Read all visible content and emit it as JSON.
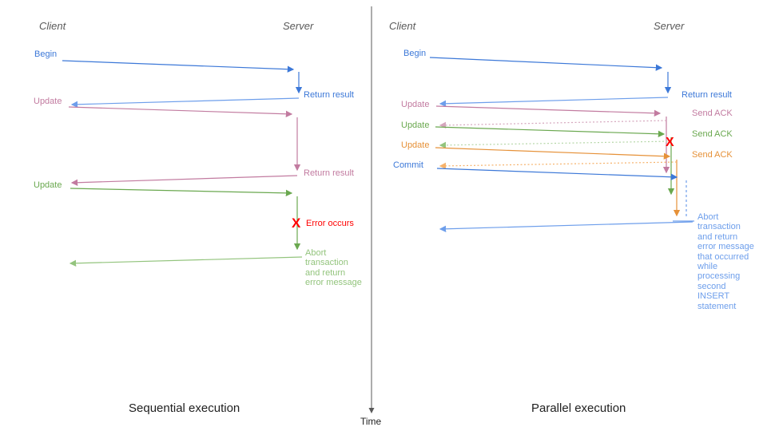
{
  "colors": {
    "blue": "#3c78d8",
    "blue_light": "#6d9eeb",
    "pink": "#c27ba0",
    "pink_light": "#d5a6bd",
    "green": "#6aa84f",
    "green_light": "#93c47d",
    "orange": "#e69138",
    "orange_light": "#f6b26b",
    "red": "#ff0000",
    "header_gray": "#595959",
    "text_black": "#212121"
  },
  "time_axis": {
    "label": "Time"
  },
  "left": {
    "caption": "Sequential execution",
    "client_header": "Client",
    "server_header": "Server",
    "messages": {
      "begin": "Begin",
      "return_result_1": "Return result",
      "update_1": "Update",
      "return_result_2": "Return result",
      "update_2": "Update",
      "error_mark": "X",
      "error_label": "Error occurs",
      "abort_lines": [
        "Abort",
        "transaction",
        "and return",
        "error message"
      ]
    }
  },
  "right": {
    "caption": "Parallel execution",
    "client_header": "Client",
    "server_header": "Server",
    "messages": {
      "begin": "Begin",
      "return_result": "Return result",
      "update_1": "Update",
      "send_ack_1": "Send ACK",
      "update_2": "Update",
      "send_ack_2": "Send ACK",
      "update_3": "Update",
      "send_ack_3": "Send ACK",
      "commit": "Commit",
      "error_mark": "X",
      "abort_lines": [
        "Abort",
        "transaction",
        "and return",
        "error message",
        "that occurred",
        "while",
        "processing",
        "second",
        "INSERT",
        "statement"
      ]
    }
  }
}
